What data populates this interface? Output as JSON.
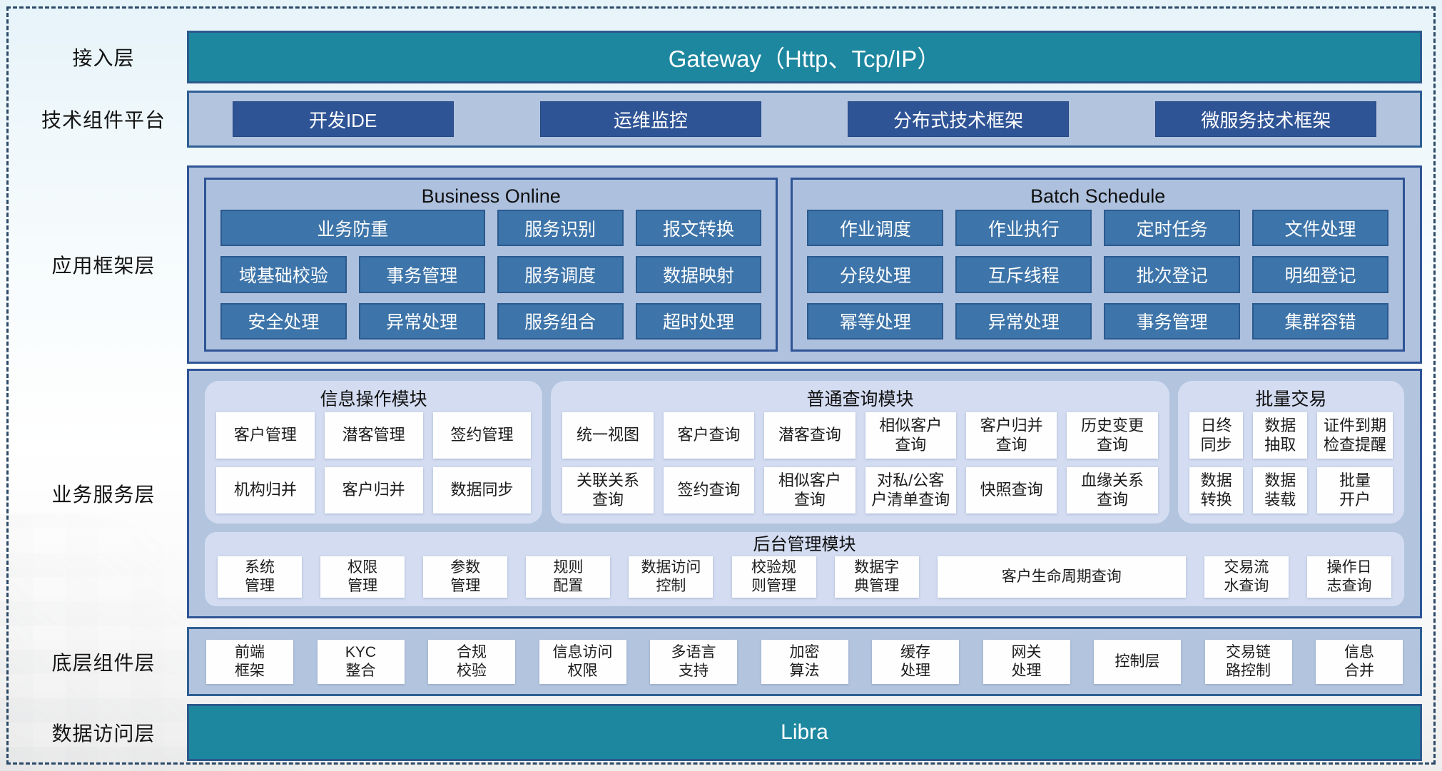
{
  "colors": {
    "teal": "#1e87a0",
    "navy": "#2f5496",
    "medium_blue": "#3d74a9",
    "container_light_blue": "#b3c4de",
    "panel_lavender": "#d3dcf1",
    "frame_dash": "#2c4a68"
  },
  "layers": {
    "access": {
      "label": "接入层",
      "bar": "Gateway（Http、Tcp/IP）"
    },
    "tech": {
      "label": "技术组件平台",
      "items": [
        "开发IDE",
        "运维监控",
        "分布式技术框架",
        "微服务技术框架"
      ]
    },
    "app": {
      "label": "应用框架层",
      "business_online": {
        "title": "Business Online",
        "cells": [
          {
            "label": "业务防重",
            "wide": true
          },
          "服务识别",
          "报文转换",
          "域基础校验",
          "事务管理",
          "服务调度",
          "数据映射",
          "安全处理",
          "异常处理",
          "服务组合",
          "超时处理"
        ]
      },
      "batch_schedule": {
        "title": "Batch Schedule",
        "cells": [
          "作业调度",
          "作业执行",
          "定时任务",
          "文件处理",
          "分段处理",
          "互斥线程",
          "批次登记",
          "明细登记",
          "幂等处理",
          "异常处理",
          "事务管理",
          "集群容错"
        ]
      }
    },
    "service": {
      "label": "业务服务层",
      "info_module": {
        "title": "信息操作模块",
        "cells": [
          "客户管理",
          "潜客管理",
          "签约管理",
          "机构归并",
          "客户归并",
          "数据同步"
        ]
      },
      "query_module": {
        "title": "普通查询模块",
        "cells": [
          "统一视图",
          "客户查询",
          "潜客查询",
          "相似客户\n查询",
          "客户归并\n查询",
          "历史变更\n查询",
          "关联关系\n查询",
          "签约查询",
          "相似客户\n查询",
          "对私/公客\n户清单查询",
          "快照查询",
          "血缘关系\n查询"
        ]
      },
      "batch_trade": {
        "title": "批量交易",
        "cells": [
          "日终\n同步",
          "数据\n抽取",
          "证件到期\n检查提醒",
          "数据\n转换",
          "数据\n装载",
          "批量\n开户"
        ]
      },
      "admin_module": {
        "title": "后台管理模块",
        "cells": [
          "系统\n管理",
          "权限\n管理",
          "参数\n管理",
          "规则\n配置",
          "数据访问\n控制",
          "校验规\n则管理",
          "数据字\n典管理",
          {
            "label": "客户生命周期查询",
            "wide": true
          },
          "交易流\n水查询",
          "操作日\n志查询"
        ]
      }
    },
    "base": {
      "label": "底层组件层",
      "items": [
        "前端\n框架",
        "KYC\n整合",
        "合规\n校验",
        "信息访问\n权限",
        "多语言\n支持",
        "加密\n算法",
        "缓存\n处理",
        "网关\n处理",
        "控制层",
        "交易链\n路控制",
        "信息\n合并"
      ]
    },
    "data_access": {
      "label": "数据访问层",
      "bar": "Libra"
    }
  }
}
